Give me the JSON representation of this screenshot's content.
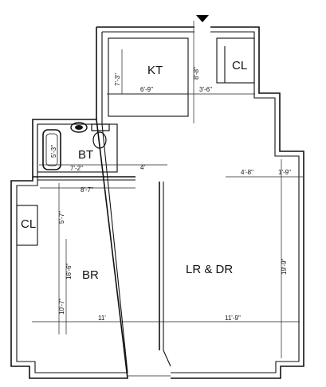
{
  "rooms": {
    "kitchen": "KT",
    "closet_top": "CL",
    "bath": "BT",
    "closet_left": "CL",
    "bedroom": "BR",
    "living_dining": "LR & DR"
  },
  "dimensions": {
    "kt_width": "6'-9\"",
    "kt_depth": "7'-3\"",
    "kt_right": "3'-6\"",
    "kt_vert": "8'-8\"",
    "bt_tub": "5'-3\"",
    "bt_width": "7'-2\"",
    "bt_side": "4'",
    "br_top": "8'-7\"",
    "br_upper": "5'-7\"",
    "br_mid": "16'-6\"",
    "br_lower": "10'-7\"",
    "br_width": "11'",
    "lr_left": "4'-8\"",
    "lr_right": "1'-9\"",
    "lr_depth": "19'-9\"",
    "lr_width": "11'-9\""
  },
  "entry_marker_icon": "triangle-down-icon"
}
